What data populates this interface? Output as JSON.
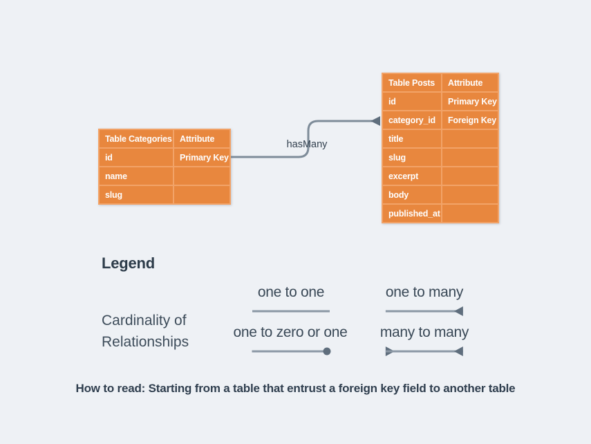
{
  "diagram": {
    "relationship_label": "hasMany",
    "categories_table": {
      "title": "Table Categories",
      "attribute_header": "Attribute",
      "rows": [
        [
          "id",
          "Primary Key"
        ],
        [
          "name",
          ""
        ],
        [
          "slug",
          ""
        ]
      ]
    },
    "posts_table": {
      "title": "Table Posts",
      "attribute_header": "Attribute",
      "rows": [
        [
          "id",
          "Primary Key"
        ],
        [
          "category_id",
          "Foreign Key"
        ],
        [
          "title",
          ""
        ],
        [
          "slug",
          ""
        ],
        [
          "excerpt",
          ""
        ],
        [
          "body",
          ""
        ],
        [
          "published_at",
          ""
        ]
      ]
    }
  },
  "legend": {
    "title": "Legend",
    "subtitle": "Cardinality of Relationships",
    "items": [
      {
        "label": "one to one",
        "marker": "none"
      },
      {
        "label": "one to many",
        "marker": "many-right"
      },
      {
        "label": "one to zero or one",
        "marker": "zero-right"
      },
      {
        "label": "many to many",
        "marker": "many-both"
      }
    ]
  },
  "footer": {
    "text": "How to read: Starting from a table that entrust a foreign key field to another table"
  },
  "colors": {
    "background": "#EEF1F5",
    "table_orange": "#E8873E",
    "table_border": "#F2A368",
    "table_text": "#FEFEFE",
    "connector": "#7E8C99",
    "marker_dark": "#5F6E7D",
    "text_dark": "#2F3E4E"
  }
}
